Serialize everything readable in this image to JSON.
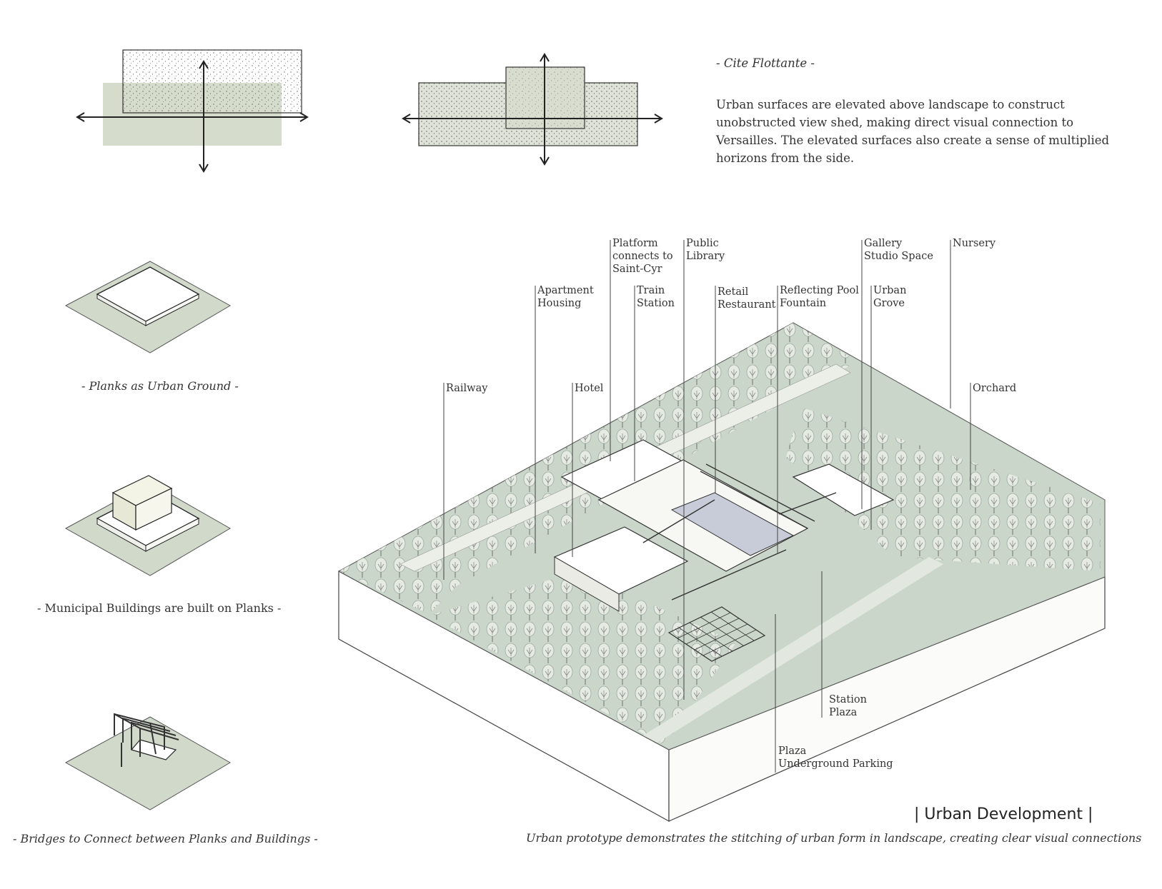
{
  "intro": {
    "heading": "- Cite Flottante -",
    "body": "Urban surfaces are elevated above landscape to construct unobstructed view shed, making direct visual connection to Versailles. The elevated surfaces also create a sense of multiplied horizons from the side."
  },
  "diagrams": {
    "planks_caption": "- Planks as Urban Ground -",
    "buildings_caption": "- Municipal Buildings are built on Planks -",
    "bridges_caption": "- Bridges to Connect between Planks and Buildings -"
  },
  "callouts": {
    "platform": "Platform\nconnects to\nSaint-Cyr",
    "library": "Public\nLibrary",
    "gallery": "Gallery\nStudio Space",
    "nursery": "Nursery",
    "apartment": "Apartment\nHousing",
    "train": "Train\nStation",
    "retail": "Retail\nRestaurant",
    "pool": "Reflecting Pool\nFountain",
    "grove": "Urban\nGrove",
    "railway": "Railway",
    "hotel": "Hotel",
    "orchard": "Orchard",
    "station_plaza": "Station\nPlaza",
    "plaza_parking": "Plaza\nUnderground Parking"
  },
  "footer": {
    "title": "| Urban Development |",
    "subtitle": "Urban prototype demonstrates the stitching of urban form in landscape, creating clear visual connections"
  },
  "colors": {
    "sage": "#c9d6c9",
    "pale_sage": "#dde3d6",
    "pool": "#c8ccd8",
    "line": "#333333"
  }
}
